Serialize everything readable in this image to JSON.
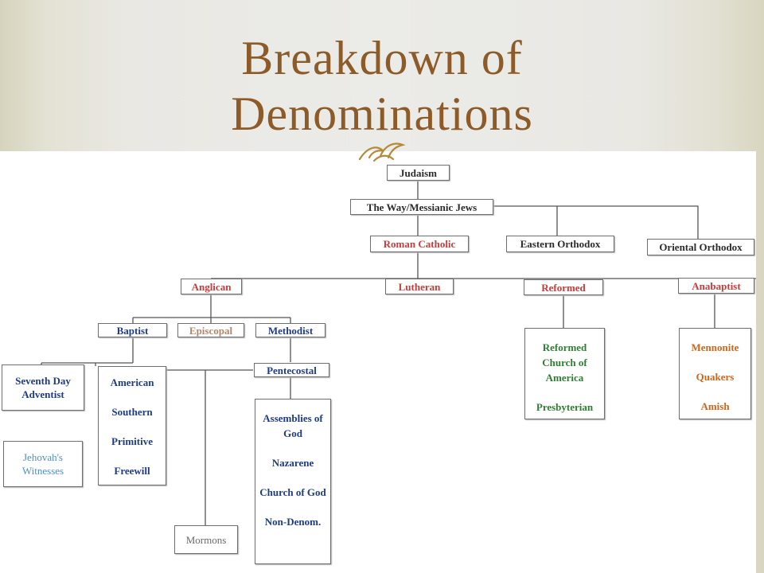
{
  "title": {
    "line1": "Breakdown of",
    "line2": "Denominations"
  },
  "nodes": {
    "judaism": "Judaism",
    "the_way": "The Way/Messianic Jews",
    "roman_catholic": "Roman Catholic",
    "eastern_orthodox": "Eastern Orthodox",
    "oriental_orthodox": "Oriental Orthodox",
    "anglican": "Anglican",
    "lutheran": "Lutheran",
    "reformed": "Reformed",
    "anabaptist": "Anabaptist",
    "baptist": "Baptist",
    "episcopal": "Episcopal",
    "methodist": "Methodist",
    "pentecostal": "Pentecostal",
    "seventh_day_adventist": "Seventh Day Adventist",
    "jehovahs_witnesses": "Jehovah's Witnesses",
    "mormons": "Mormons"
  },
  "groups": {
    "baptist_branches": [
      "American",
      "Southern",
      "Primitive",
      "Freewill"
    ],
    "pentecostal_branches": [
      "Assemblies of God",
      "Nazarene",
      "Church of God",
      "Non-Denom."
    ],
    "reformed_branches": [
      "Reformed Church of America",
      "Presbyterian"
    ],
    "anabaptist_branches": [
      "Mennonite",
      "Quakers",
      "Amish"
    ]
  },
  "colors": {
    "title": "#8c5b28",
    "black": "#2b2b2b",
    "red": "#c83b3b",
    "navy": "#1f3b86",
    "green": "#2f7d32",
    "orange": "#d0651b",
    "tan": "#b4856a",
    "blue": "#4d8fc9",
    "gray": "#6a6a6a"
  }
}
